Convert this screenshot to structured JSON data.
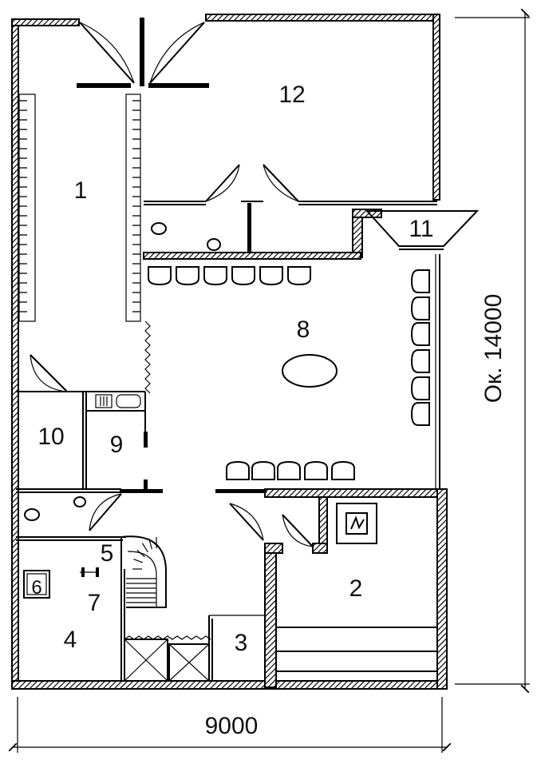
{
  "rooms": [
    {
      "num": "1"
    },
    {
      "num": "2"
    },
    {
      "num": "3"
    },
    {
      "num": "4"
    },
    {
      "num": "5"
    },
    {
      "num": "6"
    },
    {
      "num": "7"
    },
    {
      "num": "8"
    },
    {
      "num": "9"
    },
    {
      "num": "10"
    },
    {
      "num": "11"
    },
    {
      "num": "12"
    }
  ],
  "dimensions": {
    "width_label": "9000",
    "height_label": "Ок. 14000"
  }
}
